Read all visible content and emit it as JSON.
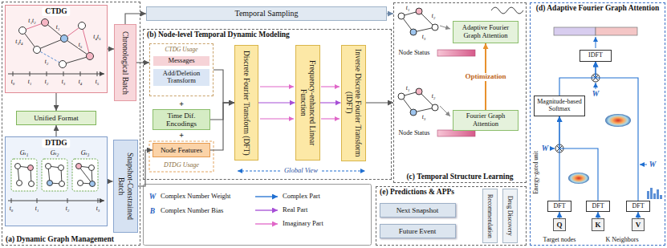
{
  "diagram": {
    "nodes": [
      {
        "text": [
          "(a) Dynamic Graph Management"
        ]
      },
      {
        "text": [
          "CTDG"
        ],
        "in": 0
      },
      {
        "text": [
          "Unified Format"
        ],
        "in": 0
      },
      {
        "text": [
          "DTDG"
        ],
        "in": 0
      },
      {
        "text": [
          "Chronological Batch"
        ],
        "in": 0
      },
      {
        "text": [
          "Snapshot-Constrained Batch"
        ],
        "in": 0
      },
      {
        "text": [
          "Temporal Sampling"
        ]
      },
      {
        "text": [
          "(b) Node-level Temporal Dynamic Modeling"
        ]
      },
      {
        "text": [
          "CTDG Usage",
          "Messages",
          "Add/Deletion Transform"
        ],
        "in": 7
      },
      {
        "text": [
          "Time Dif. Encodings"
        ],
        "in": 7
      },
      {
        "text": [
          "Node Features"
        ],
        "in": 7
      },
      {
        "text": [
          "Discrete Fourier Transform (DFT)"
        ],
        "in": 7
      },
      {
        "text": [
          "Frequency-enhanced Linear Function"
        ],
        "in": 7
      },
      {
        "text": [
          "Inverse Discrete Fourier Transform (IDFT)"
        ],
        "in": 7
      },
      {
        "text": [
          "(c) Temporal Structure Learning"
        ]
      },
      {
        "text": [
          "Adaptive Fourier Graph Attention"
        ],
        "in": 14
      },
      {
        "text": [
          "Fourier Graph Attention"
        ],
        "in": 14
      },
      {
        "text": [
          "(e) Predictions & APPs"
        ]
      },
      {
        "text": [
          "Next Snapshot"
        ],
        "in": 17
      },
      {
        "text": [
          "Future Event"
        ],
        "in": 17
      },
      {
        "text": [
          "Recommendation"
        ],
        "in": 17
      },
      {
        "text": [
          "Drug Discovery"
        ],
        "in": 17
      },
      {
        "text": [
          "(d) Adaptive Fourier Graph Attention"
        ]
      },
      {
        "text": [
          "IDFT"
        ],
        "in": 22
      },
      {
        "text": [
          "Magnitude-based Softmax"
        ],
        "in": 22
      },
      {
        "text": [
          "DFT"
        ],
        "in": 22
      },
      {
        "text": [
          "DFT"
        ],
        "in": 22
      },
      {
        "text": [
          "DFT"
        ],
        "in": 22
      },
      {
        "text": [
          "Q"
        ],
        "in": 22
      },
      {
        "text": [
          "K"
        ],
        "in": 22
      },
      {
        "text": [
          "V"
        ],
        "in": 22
      }
    ],
    "edges": [
      {
        "from": 1,
        "to": 4,
        "arrow": "to"
      },
      {
        "from": 1,
        "to": 2,
        "arrow": "to"
      },
      {
        "from": 3,
        "to": 2,
        "arrow": "to"
      },
      {
        "from": 3,
        "to": 5,
        "arrow": "to"
      },
      {
        "from": 4,
        "to": 6,
        "arrow": "to"
      },
      {
        "from": 4,
        "to": 8,
        "arrow": "to"
      },
      {
        "from": 5,
        "to": 10,
        "arrow": "to"
      },
      {
        "from": 6,
        "to": 14,
        "arrow": "to"
      },
      {
        "from": 8,
        "to": 11,
        "arrow": "to"
      },
      {
        "from": 9,
        "to": 11,
        "arrow": "to"
      },
      {
        "from": 10,
        "to": 11,
        "arrow": "to"
      },
      {
        "from": 11,
        "to": 12,
        "arrow": "to"
      },
      {
        "from": 12,
        "to": 13,
        "arrow": "to"
      },
      {
        "from": 13,
        "to": 14,
        "arrow": "to"
      },
      {
        "from": 16,
        "to": 15,
        "label": "Optimization",
        "arrow": "to"
      },
      {
        "from": 28,
        "to": 25,
        "arrow": "to"
      },
      {
        "from": 29,
        "to": 26,
        "arrow": "to"
      },
      {
        "from": 30,
        "to": 27,
        "arrow": "to"
      },
      {
        "from": 25,
        "to": 24,
        "arrow": "to"
      },
      {
        "from": 26,
        "to": 24,
        "arrow": "to"
      },
      {
        "from": 24,
        "to": 23,
        "arrow": "to"
      },
      {
        "from": 27,
        "to": 23,
        "arrow": "to"
      }
    ],
    "labels": [
      "t₁t₂",
      "t₃t₄",
      "t₁",
      "t₅",
      "t₂",
      "t₄t₅",
      "t₀",
      "t₁",
      "t₂",
      "t₃",
      "t₄",
      "t₅",
      "Gₜ₁",
      "Gₜ₂",
      "Gₜ₃",
      "t₀",
      "t₁",
      "t₂",
      "t₃",
      "+",
      "+",
      "DTDG Usage",
      "Global View",
      "W",
      "B",
      "t₁",
      "t₂",
      "t₃",
      "Node Status",
      "t₁",
      "t₂",
      "t₃",
      "Node Status",
      "W",
      "W",
      "W",
      "Energy-gated unit",
      "Target nodes",
      "K Neighbors"
    ],
    "legend": [
      {
        "text": "Complex Number Weight"
      },
      {
        "text": "Complex Number Bias"
      },
      {
        "text": "Complex Part"
      },
      {
        "text": "Real Part"
      },
      {
        "text": "Imaginary Part"
      }
    ]
  }
}
